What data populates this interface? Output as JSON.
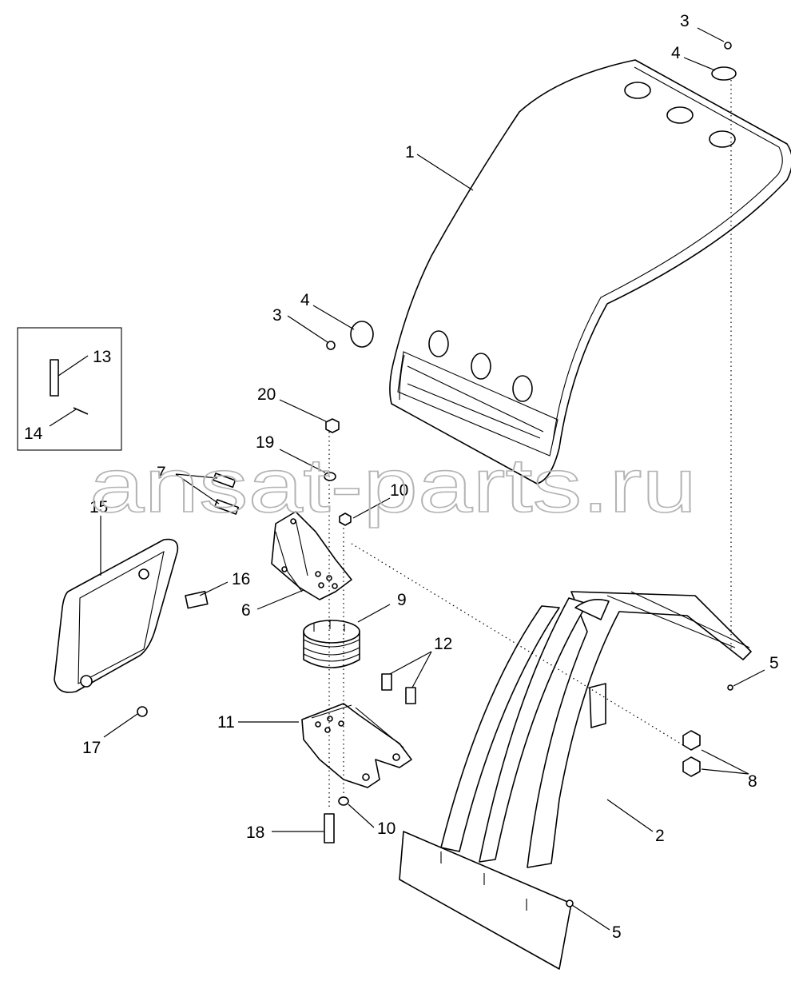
{
  "watermark": "ansat-parts.ru",
  "callouts": {
    "c1": "1",
    "c2": "2",
    "c3_top": "3",
    "c3_left": "3",
    "c4_top": "4",
    "c4_left": "4",
    "c5_right": "5",
    "c5_bottom": "5",
    "c6": "6",
    "c7": "7",
    "c8": "8",
    "c9": "9",
    "c10_upper": "10",
    "c10_lower": "10",
    "c11": "11",
    "c12": "12",
    "c13": "13",
    "c14": "14",
    "c15": "15",
    "c16": "16",
    "c17": "17",
    "c18": "18",
    "c19": "19",
    "c20": "20"
  }
}
